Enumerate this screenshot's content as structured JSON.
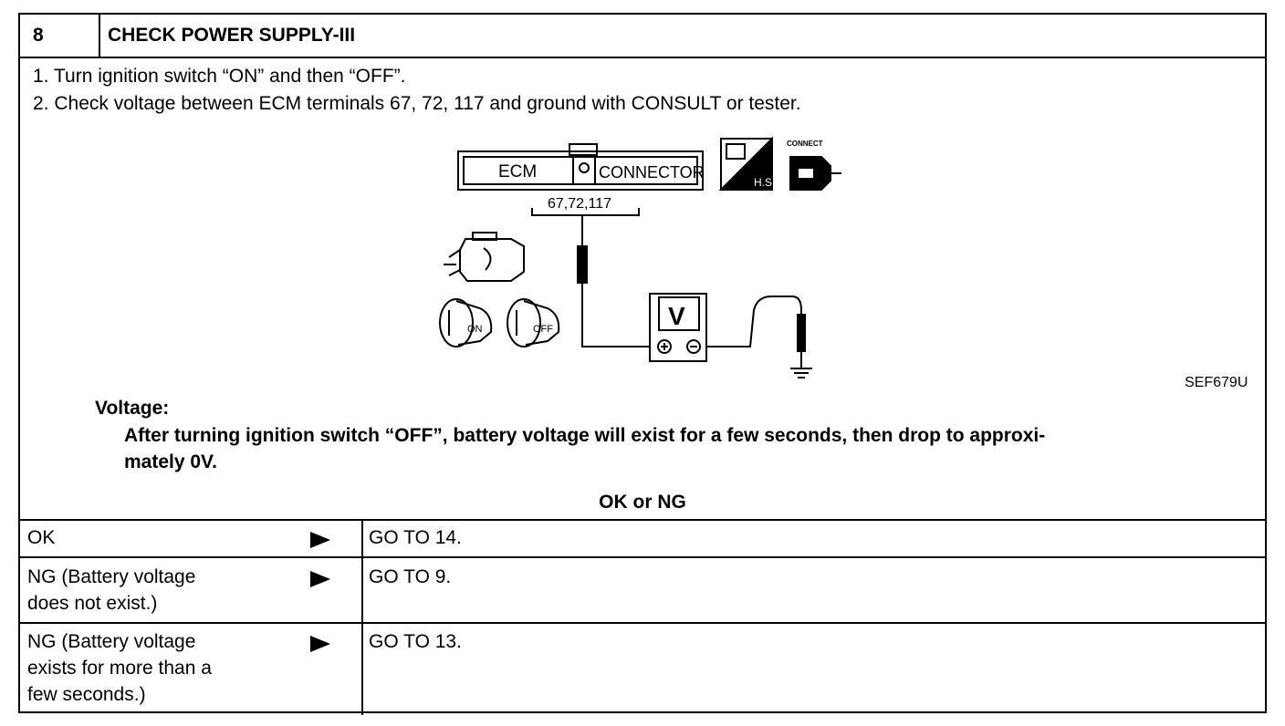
{
  "header": {
    "step_number": "8",
    "title": "CHECK POWER SUPPLY-III"
  },
  "instructions": [
    "1.  Turn ignition switch “ON” and then “OFF”.",
    "2.  Check voltage between ECM terminals 67, 72, 117 and ground with CONSULT or tester."
  ],
  "diagram": {
    "ecm_label": "ECM",
    "connector_label": "CONNECTOR",
    "terminals_label": "67,72,117",
    "hs_label": "H.S.",
    "connect_label": "CONNECT",
    "switch_on_label": "ON",
    "switch_off_label": "OFF",
    "meter_label": "V",
    "figure_id": "SEF679U"
  },
  "spec": {
    "label": "Voltage:",
    "line1": "After turning ignition switch “OFF”, battery voltage will exist for a few seconds, then drop to approxi-",
    "line2": "mately 0V."
  },
  "result_header": "OK or NG",
  "results": [
    {
      "condition_lines": [
        "OK"
      ],
      "action": "GO TO 14."
    },
    {
      "condition_lines": [
        "NG (Battery voltage",
        "does not exist.)"
      ],
      "action": "GO TO 9."
    },
    {
      "condition_lines": [
        "NG (Battery voltage",
        "exists for more than a",
        "few seconds.)"
      ],
      "action": "GO TO 13."
    }
  ],
  "arrow_icon": "right-triangle-arrow"
}
